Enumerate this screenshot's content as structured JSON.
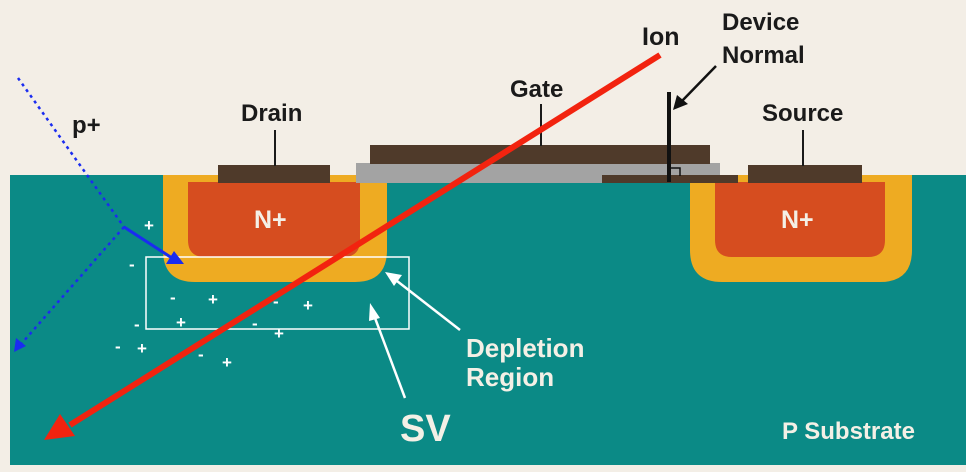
{
  "labels": {
    "ion": "Ion",
    "device_normal_line1": "Device",
    "device_normal_line2": "Normal",
    "gate": "Gate",
    "drain": "Drain",
    "source": "Source",
    "proton": "p+",
    "n_plus_drain": "N+",
    "n_plus_source": "N+",
    "depletion_line1": "Depletion",
    "depletion_line2": "Region",
    "sv": "SV",
    "substrate": "P Substrate"
  },
  "charges": {
    "plus": "+",
    "minus": "-"
  },
  "colors": {
    "background": "#f3eee6",
    "substrate": "#0b8a86",
    "depletion_orange": "#eeab22",
    "n_plus": "#d64d1f",
    "contact": "#4f3a2a",
    "gate_oxide": "#a3a3a3",
    "ion_track": "#f2230f",
    "proton_track": "#1a2cf0",
    "label_light": "#f4f0e6",
    "label_dark": "#1a1a1a"
  }
}
